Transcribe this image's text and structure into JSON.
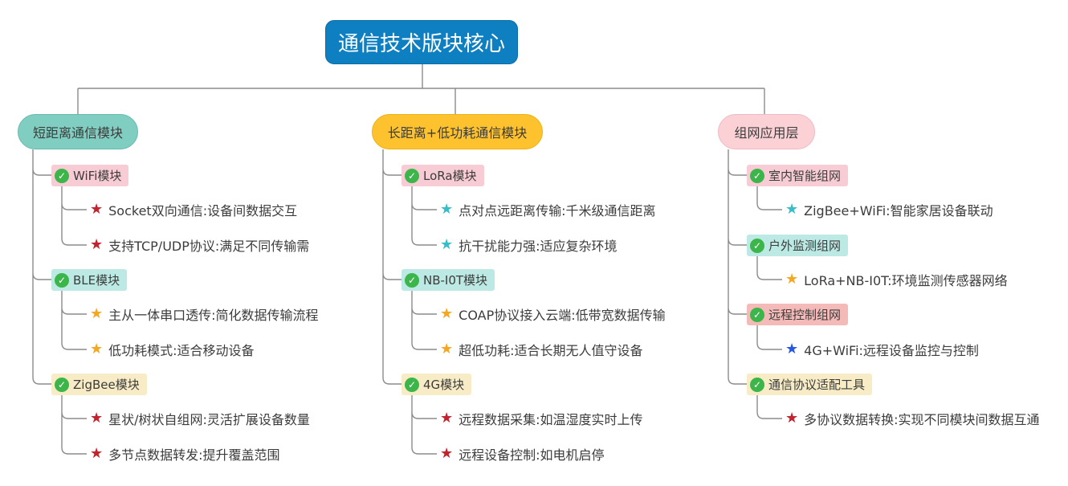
{
  "root": {
    "label": "通信技术版块核心"
  },
  "glyphs": {
    "check": "✓",
    "star": "★"
  },
  "palette": {
    "root_bg": "#0e7fc1",
    "branch_short_range_bg": "#7fcec1",
    "branch_long_range_bg": "#fdc22d",
    "branch_network_bg": "#fbd1d6",
    "node_pink": "#f8ccd4",
    "node_cyan": "#bce9e4",
    "node_yellow": "#f7ecc5",
    "node_salmon": "#f4bab8",
    "check_green": "#3cb54a",
    "star_red": "#c2232e",
    "star_orange": "#f7a61f",
    "star_teal": "#35bec8",
    "star_blue": "#2457e6",
    "connector_gray": "#8c8c8c",
    "text_dark": "#3c3c3c"
  },
  "branches": [
    {
      "label": "短距离通信模块",
      "color": "#7fcec1",
      "children": [
        {
          "label": "WiFi模块",
          "bg": "#f8ccd4",
          "leaves": [
            {
              "text": "Socket双向通信:设备间数据交互",
              "star": "red"
            },
            {
              "text": "支持TCP/UDP协议:满足不同传输需",
              "star": "red"
            }
          ]
        },
        {
          "label": "BLE模块",
          "bg": "#bce9e4",
          "leaves": [
            {
              "text": "主从一体串口透传:简化数据传输流程",
              "star": "orange"
            },
            {
              "text": "低功耗模式:适合移动设备",
              "star": "orange"
            }
          ]
        },
        {
          "label": "ZigBee模块",
          "bg": "#f7ecc5",
          "leaves": [
            {
              "text": "星状/树状自组网:灵活扩展设备数量",
              "star": "red"
            },
            {
              "text": "多节点数据转发:提升覆盖范围",
              "star": "red"
            }
          ]
        }
      ]
    },
    {
      "label": "长距离+低功耗通信模块",
      "color": "#fdc22d",
      "children": [
        {
          "label": "LoRa模块",
          "bg": "#f8ccd4",
          "leaves": [
            {
              "text": "点对点远距离传输:千米级通信距离",
              "star": "teal"
            },
            {
              "text": "抗干扰能力强:适应复杂环境",
              "star": "teal"
            }
          ]
        },
        {
          "label": "NB-I0T模块",
          "bg": "#bce9e4",
          "leaves": [
            {
              "text": "COAP协议接入云端:低带宽数据传输",
              "star": "orange"
            },
            {
              "text": "超低功耗:适合长期无人值守设备",
              "star": "orange"
            }
          ]
        },
        {
          "label": "4G模块",
          "bg": "#f7ecc5",
          "leaves": [
            {
              "text": "远程数据采集:如温湿度实时上传",
              "star": "red"
            },
            {
              "text": "远程设备控制:如电机启停",
              "star": "red"
            }
          ]
        }
      ]
    },
    {
      "label": "组网应用层",
      "color": "#fbd1d6",
      "children": [
        {
          "label": "室内智能组网",
          "bg": "#f8ccd4",
          "leaves": [
            {
              "text": "ZigBee+WiFi:智能家居设备联动",
              "star": "teal"
            }
          ]
        },
        {
          "label": "户外监测组网",
          "bg": "#bce9e4",
          "leaves": [
            {
              "text": "LoRa+NB-I0T:环境监测传感器网络",
              "star": "orange"
            }
          ]
        },
        {
          "label": "远程控制组网",
          "bg": "#f4bab8",
          "leaves": [
            {
              "text": "4G+WiFi:远程设备监控与控制",
              "star": "blue"
            }
          ]
        },
        {
          "label": "通信协议适配工具",
          "bg": "#f7ecc5",
          "leaves": [
            {
              "text": "多协议数据转换:实现不同模块间数据互通",
              "star": "red"
            }
          ]
        }
      ]
    }
  ]
}
